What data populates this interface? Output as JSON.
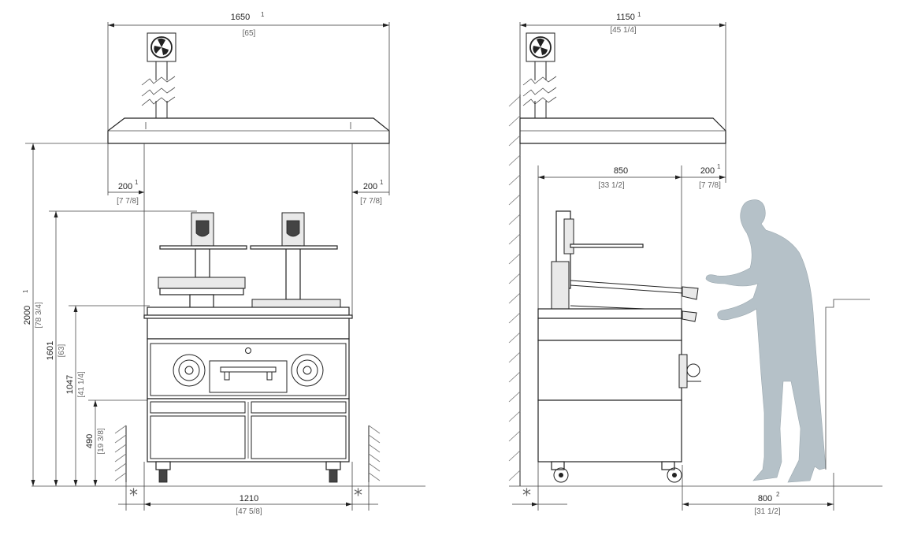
{
  "front": {
    "width_total": "1650",
    "width_total_in": "[65]",
    "width_total_note": "1",
    "clear_left": "200",
    "clear_left_in": "[7 7/8]",
    "clear_left_note": "1",
    "clear_right": "200",
    "clear_right_in": "[7 7/8]",
    "clear_right_note": "1",
    "height_hood": "2000",
    "height_hood_in": "[78 3/4]",
    "height_hood_note": "1",
    "height_top": "1601",
    "height_top_in": "[63]",
    "height_work": "1047",
    "height_work_in": "[41 1/4]",
    "height_base": "490",
    "height_base_in": "[19 3/8]",
    "width_unit": "1210",
    "width_unit_in": "[47 5/8]",
    "star": "*"
  },
  "side": {
    "width_total": "1150",
    "width_total_in": "[45 1/4]",
    "width_total_note": "1",
    "depth": "850",
    "depth_in": "[33 1/2]",
    "clear_front": "200",
    "clear_front_in": "[7 7/8]",
    "clear_front_note": "1",
    "operator": "800",
    "operator_in": "[31 1/2]",
    "operator_note": "2",
    "star": "*"
  },
  "colors": {
    "line": "#222222",
    "silhouette": "#b5c1c8",
    "hatch": "#777777"
  },
  "icons": [
    "fan-icon",
    "brand-shield-icon",
    "operator-silhouette"
  ]
}
